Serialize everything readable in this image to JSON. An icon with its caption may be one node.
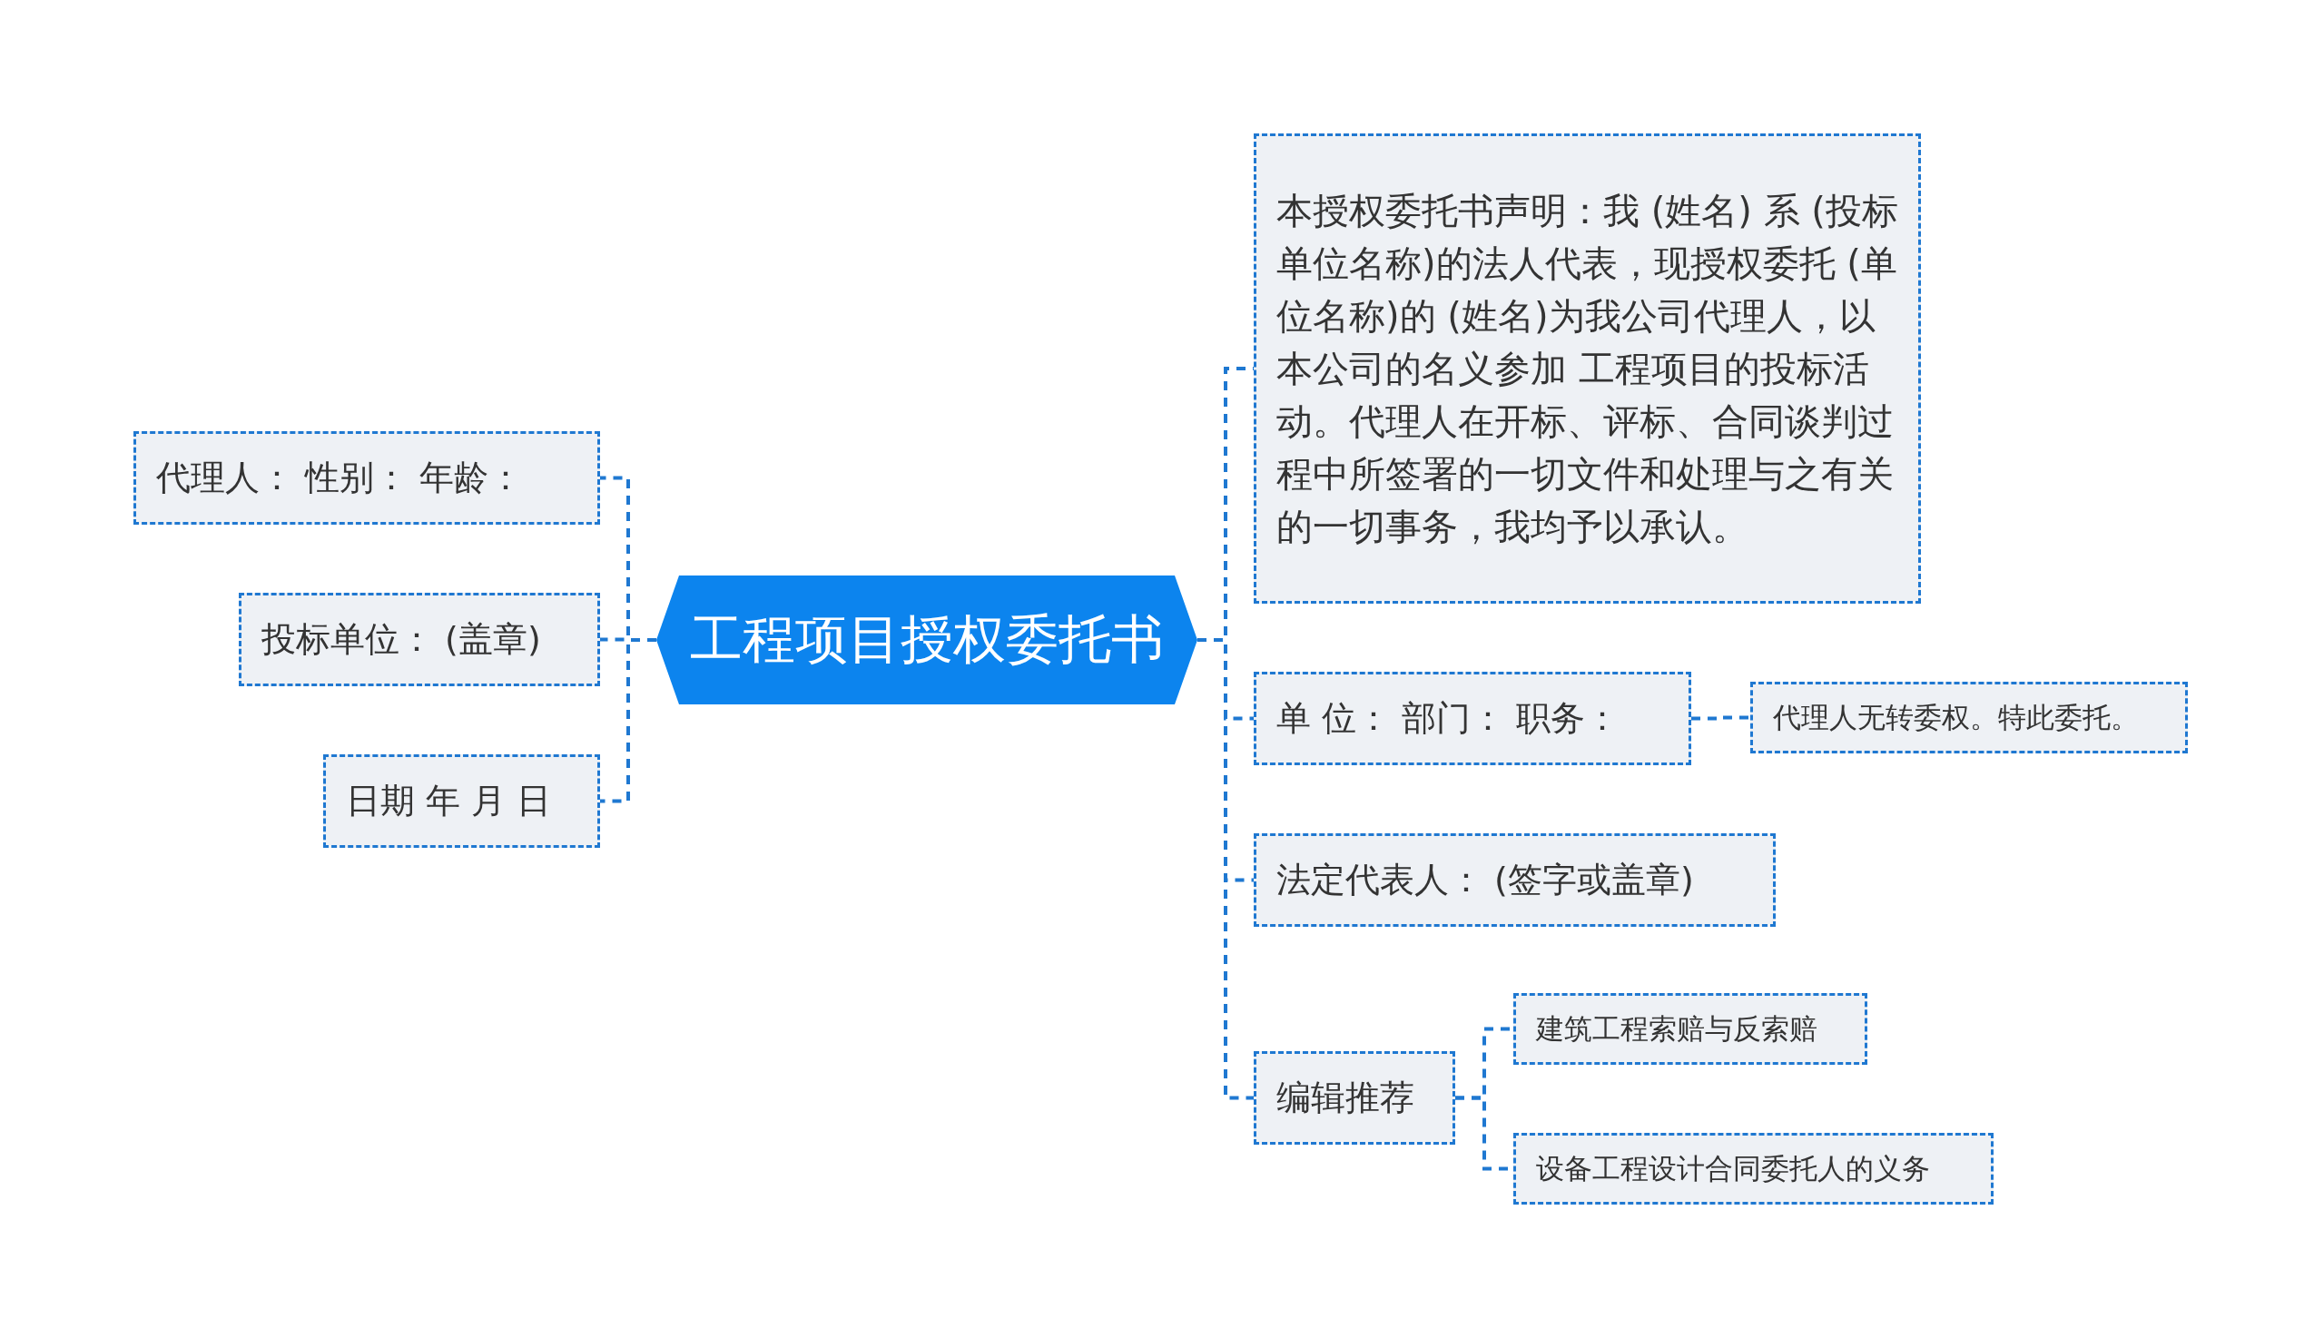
{
  "diagram": {
    "nodes": [
      {
        "text": [
          "工程项目授权委托书"
        ]
      },
      {
        "text": [
          "代理人： 性别： 年龄："
        ]
      },
      {
        "text": [
          "投标单位： (盖章)"
        ]
      },
      {
        "text": [
          "日期 年 月 日"
        ]
      },
      {
        "text": [
          "本授权委托书声明：我 (姓名) 系 (投标单位名称)的法人代表，现授权委托 (单位名称)的 (姓名)为我公司代理人，以本公司的名义参加 工程项目的投标活动。代理人在开标、评标、合同谈判过程中所签署的一切文件和处理与之有关的一切事务，我均予以承认。"
        ]
      },
      {
        "text": [
          "单 位： 部门： 职务："
        ]
      },
      {
        "text": [
          "代理人无转委权。特此委托。"
        ]
      },
      {
        "text": [
          "法定代表人： (签字或盖章)"
        ]
      },
      {
        "text": [
          "编辑推荐"
        ]
      },
      {
        "text": [
          "建筑工程索赔与反索赔"
        ]
      },
      {
        "text": [
          "设备工程设计合同委托人的义务"
        ]
      }
    ],
    "edges": [
      {
        "from": 0,
        "to": 1,
        "arrow": "none",
        "style": "dashed"
      },
      {
        "from": 0,
        "to": 2,
        "arrow": "none",
        "style": "dashed"
      },
      {
        "from": 0,
        "to": 3,
        "arrow": "none",
        "style": "dashed"
      },
      {
        "from": 0,
        "to": 4,
        "arrow": "none",
        "style": "dashed"
      },
      {
        "from": 0,
        "to": 5,
        "arrow": "none",
        "style": "dashed"
      },
      {
        "from": 5,
        "to": 6,
        "arrow": "none",
        "style": "dashed"
      },
      {
        "from": 0,
        "to": 7,
        "arrow": "none",
        "style": "dashed"
      },
      {
        "from": 0,
        "to": 8,
        "arrow": "none",
        "style": "dashed"
      },
      {
        "from": 8,
        "to": 9,
        "arrow": "none",
        "style": "dashed"
      },
      {
        "from": 8,
        "to": 10,
        "arrow": "none",
        "style": "dashed"
      }
    ]
  }
}
